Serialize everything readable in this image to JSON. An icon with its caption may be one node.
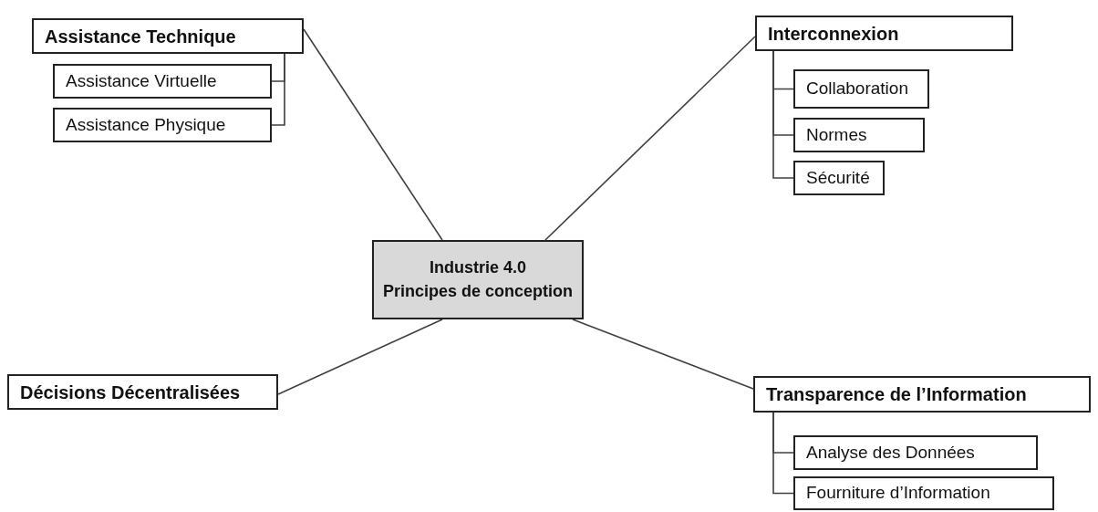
{
  "diagram": {
    "nodes": [
      {
        "text": [
          "Industrie 4.0",
          "Principes de conception"
        ]
      },
      {
        "text": [
          "Assistance Technique"
        ]
      },
      {
        "text": [
          "Assistance Virtuelle"
        ]
      },
      {
        "text": [
          "Assistance Physique"
        ]
      },
      {
        "text": [
          "Interconnexion"
        ]
      },
      {
        "text": [
          "Collaboration"
        ]
      },
      {
        "text": [
          "Normes"
        ]
      },
      {
        "text": [
          "Sécurité"
        ]
      },
      {
        "text": [
          "Décisions Décentralisées"
        ]
      },
      {
        "text": [
          "Transparence de l’Information"
        ]
      },
      {
        "text": [
          "Analyse des Données"
        ]
      },
      {
        "text": [
          "Fourniture d’Information"
        ]
      }
    ],
    "edges": [
      {
        "from": 0,
        "to": 1,
        "arrow": "none"
      },
      {
        "from": 1,
        "to": 2,
        "arrow": "none"
      },
      {
        "from": 1,
        "to": 3,
        "arrow": "none"
      },
      {
        "from": 0,
        "to": 4,
        "arrow": "none"
      },
      {
        "from": 4,
        "to": 5,
        "arrow": "none"
      },
      {
        "from": 4,
        "to": 6,
        "arrow": "none"
      },
      {
        "from": 4,
        "to": 7,
        "arrow": "none"
      },
      {
        "from": 0,
        "to": 8,
        "arrow": "none"
      },
      {
        "from": 0,
        "to": 9,
        "arrow": "none"
      },
      {
        "from": 9,
        "to": 10,
        "arrow": "none"
      },
      {
        "from": 9,
        "to": 11,
        "arrow": "none"
      }
    ]
  }
}
